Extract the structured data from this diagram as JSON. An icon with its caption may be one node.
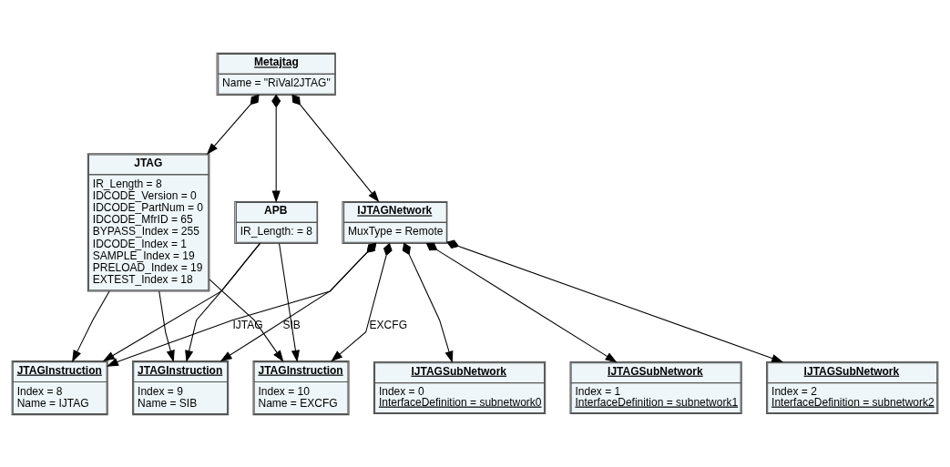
{
  "diagram": {
    "nodes": [
      {
        "text": [
          "Metajtag",
          "Name = \"RiVal2JTAG\""
        ]
      },
      {
        "text": [
          "JTAG",
          "IR_Length = 8",
          "IDCODE_Version = 0",
          "IDCODE_PartNum = 0",
          "IDCODE_MfrID = 65",
          "BYPASS_Index = 255",
          "IDCODE_Index = 1",
          "SAMPLE_Index = 19",
          "PRELOAD_Index = 19",
          "EXTEST_Index = 18"
        ]
      },
      {
        "text": [
          "APB",
          "IR_Length: = 8"
        ]
      },
      {
        "text": [
          "IJTAGNetwork",
          "MuxType = Remote"
        ]
      },
      {
        "text": [
          "JTAGInstruction",
          "Index = 8",
          "Name = IJTAG"
        ]
      },
      {
        "text": [
          "IJTAGSubNetwork",
          "Index = 0",
          "InterfaceDefinition = subnetwork0"
        ]
      },
      {
        "text": [
          "JTAGInstruction",
          "Index = 9",
          "Name = SIB"
        ]
      },
      {
        "text": [
          "IJTAGSubNetwork",
          "Index = 1",
          "InterfaceDefinition = subnetwork1"
        ]
      },
      {
        "text": [
          "JTAGInstruction",
          "Index = 10",
          "Name = EXCFG"
        ]
      },
      {
        "text": [
          "IJTAGSubNetwork",
          "Index = 2",
          "InterfaceDefinition = subnetwork2"
        ]
      }
    ],
    "edges": [
      {
        "from": 0,
        "to": 1,
        "arrow": "to"
      },
      {
        "from": 0,
        "to": 2,
        "arrow": "to"
      },
      {
        "from": 0,
        "to": 3,
        "arrow": "to"
      },
      {
        "from": 2,
        "to": 4,
        "arrow": "to"
      },
      {
        "from": 1,
        "to": 4,
        "arrow": "to"
      },
      {
        "from": 2,
        "to": 6,
        "arrow": "to"
      },
      {
        "from": 1,
        "to": 6,
        "arrow": "to"
      },
      {
        "from": 2,
        "to": 8,
        "arrow": "to"
      },
      {
        "from": 1,
        "to": 8,
        "arrow": "to"
      },
      {
        "from": 3,
        "to": 4,
        "arrow": "to",
        "label": "IJTAG"
      },
      {
        "from": 3,
        "to": 6,
        "arrow": "to",
        "label": "SIB"
      },
      {
        "from": 3,
        "to": 8,
        "arrow": "to",
        "label": "EXCFG"
      },
      {
        "from": 3,
        "to": 5,
        "arrow": "to"
      },
      {
        "from": 3,
        "to": 7,
        "arrow": "to"
      },
      {
        "from": 3,
        "to": 9,
        "arrow": "to"
      }
    ]
  }
}
